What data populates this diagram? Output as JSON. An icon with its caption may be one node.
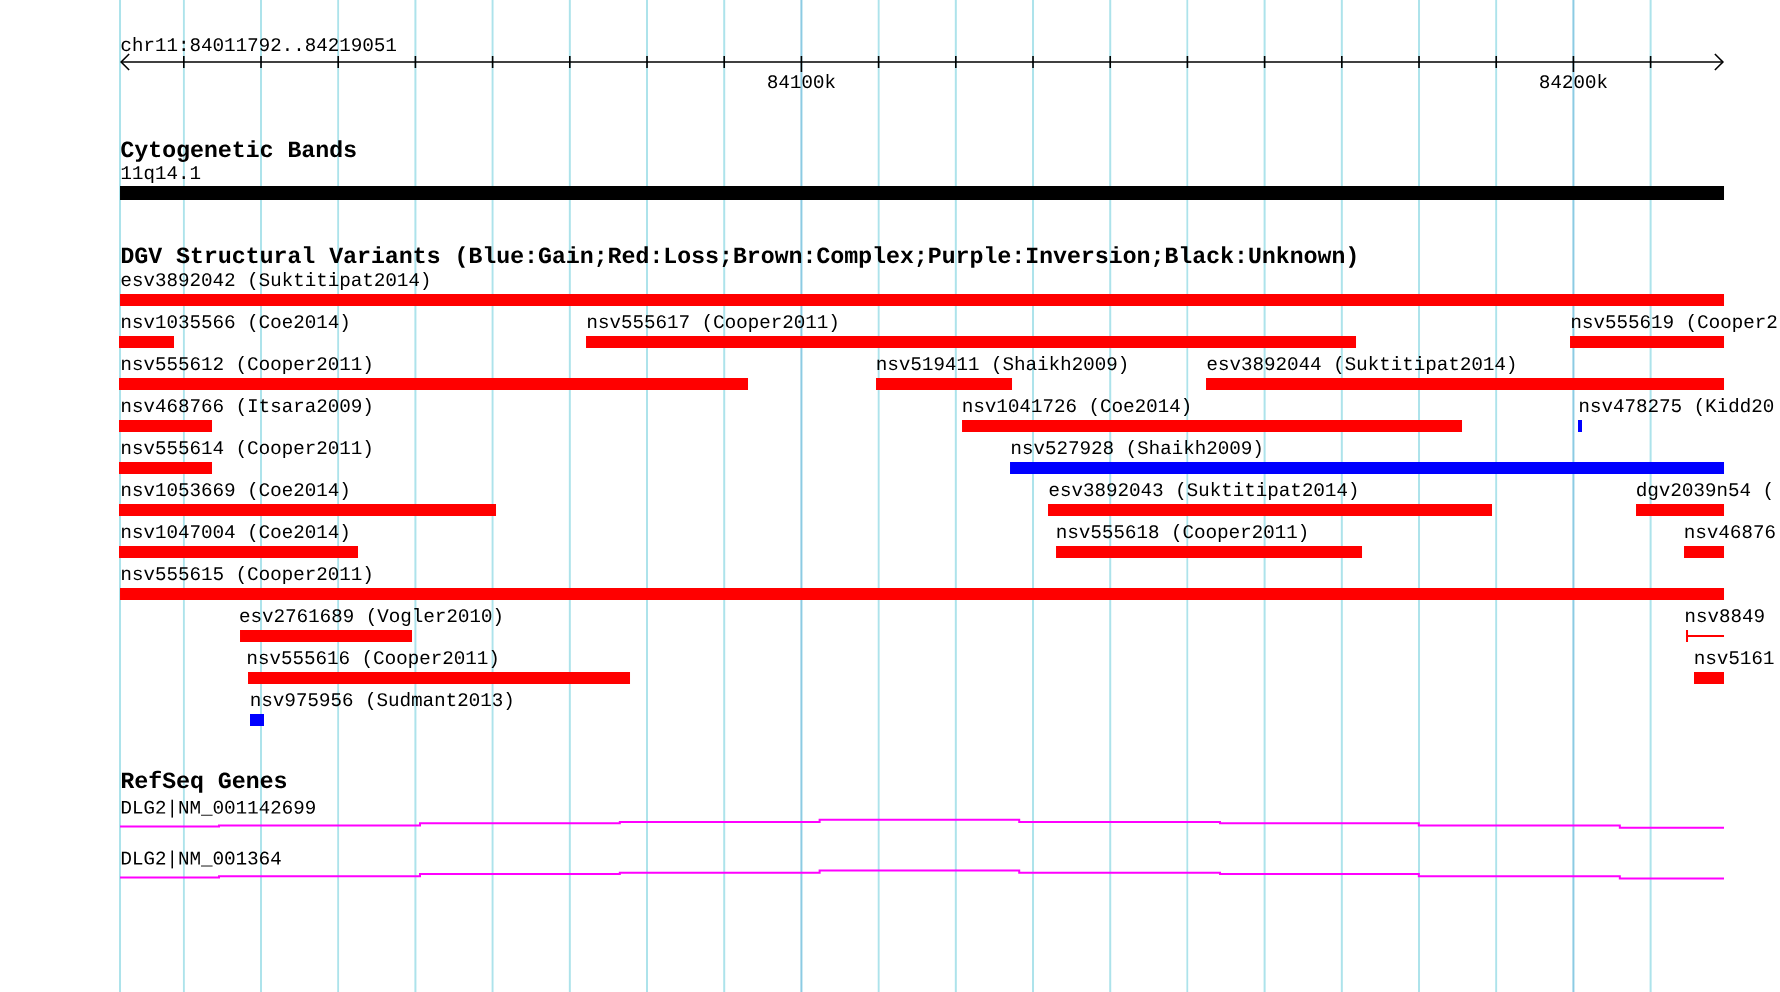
{
  "diagram": {
    "nodes": [
      {
        "text": [
          "11q14.1"
        ]
      },
      {
        "text": [
          "esv3892042 (Suktitipat2014)"
        ]
      },
      {
        "text": [
          "nsv1035566 (Coe2014)"
        ]
      },
      {
        "text": [
          "nsv555617 (Cooper2011)"
        ]
      },
      {
        "text": [
          "nsv555619 (Cooper2"
        ]
      },
      {
        "text": [
          "nsv555612 (Cooper2011)"
        ]
      },
      {
        "text": [
          "nsv519411 (Shaikh2009)"
        ]
      },
      {
        "text": [
          "esv3892044 (Suktitipat2014)"
        ]
      },
      {
        "text": [
          "nsv468766 (Itsara2009)"
        ]
      },
      {
        "text": [
          "nsv1041726 (Coe2014)"
        ]
      },
      {
        "text": [
          "nsv478275 (Kidd20"
        ]
      },
      {
        "text": [
          "nsv555614 (Cooper2011)"
        ]
      },
      {
        "text": [
          "nsv527928 (Shaikh2009)"
        ]
      },
      {
        "text": [
          "nsv1053669 (Coe2014)"
        ]
      },
      {
        "text": [
          "esv3892043 (Suktitipat2014)"
        ]
      },
      {
        "text": [
          "dgv2039n54 ("
        ]
      },
      {
        "text": [
          "nsv1047004 (Coe2014)"
        ]
      },
      {
        "text": [
          "nsv555618 (Cooper2011)"
        ]
      },
      {
        "text": [
          "nsv46876"
        ]
      },
      {
        "text": [
          "nsv555615 (Cooper2011)"
        ]
      },
      {
        "text": [
          "esv2761689 (Vogler2010)"
        ]
      },
      {
        "text": [
          "nsv8849"
        ]
      },
      {
        "text": [
          "nsv555616 (Cooper2011)"
        ]
      },
      {
        "text": [
          "nsv5161"
        ]
      },
      {
        "text": [
          "nsv975956 (Sudmant2013)"
        ]
      },
      {
        "text": [
          "DLG2|NM_001142699"
        ]
      },
      {
        "text": [
          "DLG2|NM_001364"
        ]
      }
    ],
    "labels": [
      "chr11:84011792..84219051",
      "84100k",
      "84200k",
      "Cytogenetic Bands",
      "DGV Structural Variants (Blue:Gain;Red:Loss;Brown:Complex;Purple:Inversion;Black:Unknown)",
      "RefSeq Genes"
    ]
  }
}
